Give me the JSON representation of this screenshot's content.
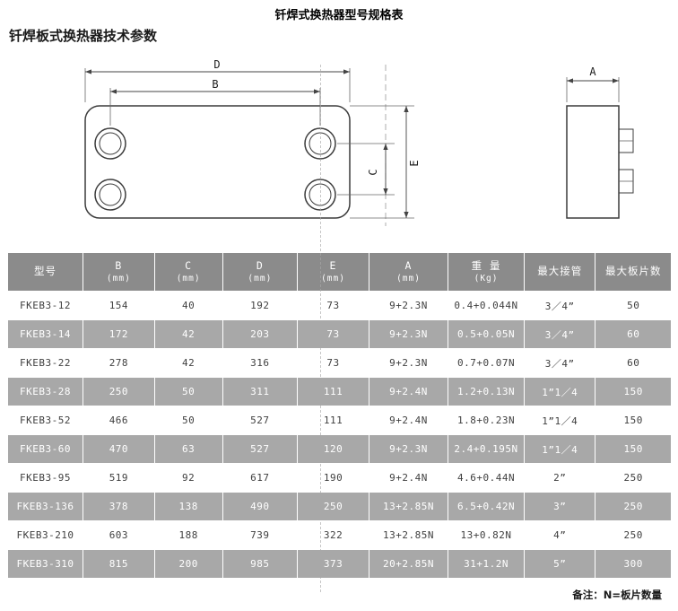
{
  "page": {
    "title": "钎焊式换热器型号规格表",
    "subtitle": "钎焊板式换热器技术参数",
    "note": "备注：N=板片数量"
  },
  "diagram": {
    "labels": {
      "d": "D",
      "b": "B",
      "c": "C",
      "e": "E",
      "a": "A"
    }
  },
  "colors": {
    "header_bg": "#8b8b8b",
    "alt_row_bg": "#a8a8a8",
    "white_row_text": "#3f3f3f",
    "header_text": "#ffffff"
  },
  "table": {
    "headers": [
      {
        "main": "型号",
        "sub": ""
      },
      {
        "main": "B",
        "sub": "(mm)"
      },
      {
        "main": "C",
        "sub": "(mm)"
      },
      {
        "main": "D",
        "sub": "(mm)"
      },
      {
        "main": "E",
        "sub": "(mm)"
      },
      {
        "main": "A",
        "sub": "(mm)"
      },
      {
        "main": "重 量",
        "sub": "(Kg)"
      },
      {
        "main": "最大接管",
        "sub": ""
      },
      {
        "main": "最大板片数",
        "sub": ""
      }
    ],
    "rows": [
      [
        "FKEB3-12",
        "154",
        "40",
        "192",
        "73",
        "9+2.3N",
        "0.4+0.044N",
        "3／4”",
        "50"
      ],
      [
        "FKEB3-14",
        "172",
        "42",
        "203",
        "73",
        "9+2.3N",
        "0.5+0.05N",
        "3／4”",
        "60"
      ],
      [
        "FKEB3-22",
        "278",
        "42",
        "316",
        "73",
        "9+2.3N",
        "0.7+0.07N",
        "3／4”",
        "60"
      ],
      [
        "FKEB3-28",
        "250",
        "50",
        "311",
        "111",
        "9+2.4N",
        "1.2+0.13N",
        "1”1／4",
        "150"
      ],
      [
        "FKEB3-52",
        "466",
        "50",
        "527",
        "111",
        "9+2.4N",
        "1.8+0.23N",
        "1”1／4",
        "150"
      ],
      [
        "FKEB3-60",
        "470",
        "63",
        "527",
        "120",
        "9+2.3N",
        "2.4+0.195N",
        "1”1／4",
        "150"
      ],
      [
        "FKEB3-95",
        "519",
        "92",
        "617",
        "190",
        "9+2.4N",
        "4.6+0.44N",
        "2”",
        "250"
      ],
      [
        "FKEB3-136",
        "378",
        "138",
        "490",
        "250",
        "13+2.85N",
        "6.5+0.42N",
        "3”",
        "250"
      ],
      [
        "FKEB3-210",
        "603",
        "188",
        "739",
        "322",
        "13+2.85N",
        "13+0.82N",
        "4”",
        "250"
      ],
      [
        "FKEB3-310",
        "815",
        "200",
        "985",
        "373",
        "20+2.85N",
        "31+1.2N",
        "5”",
        "300"
      ]
    ]
  }
}
